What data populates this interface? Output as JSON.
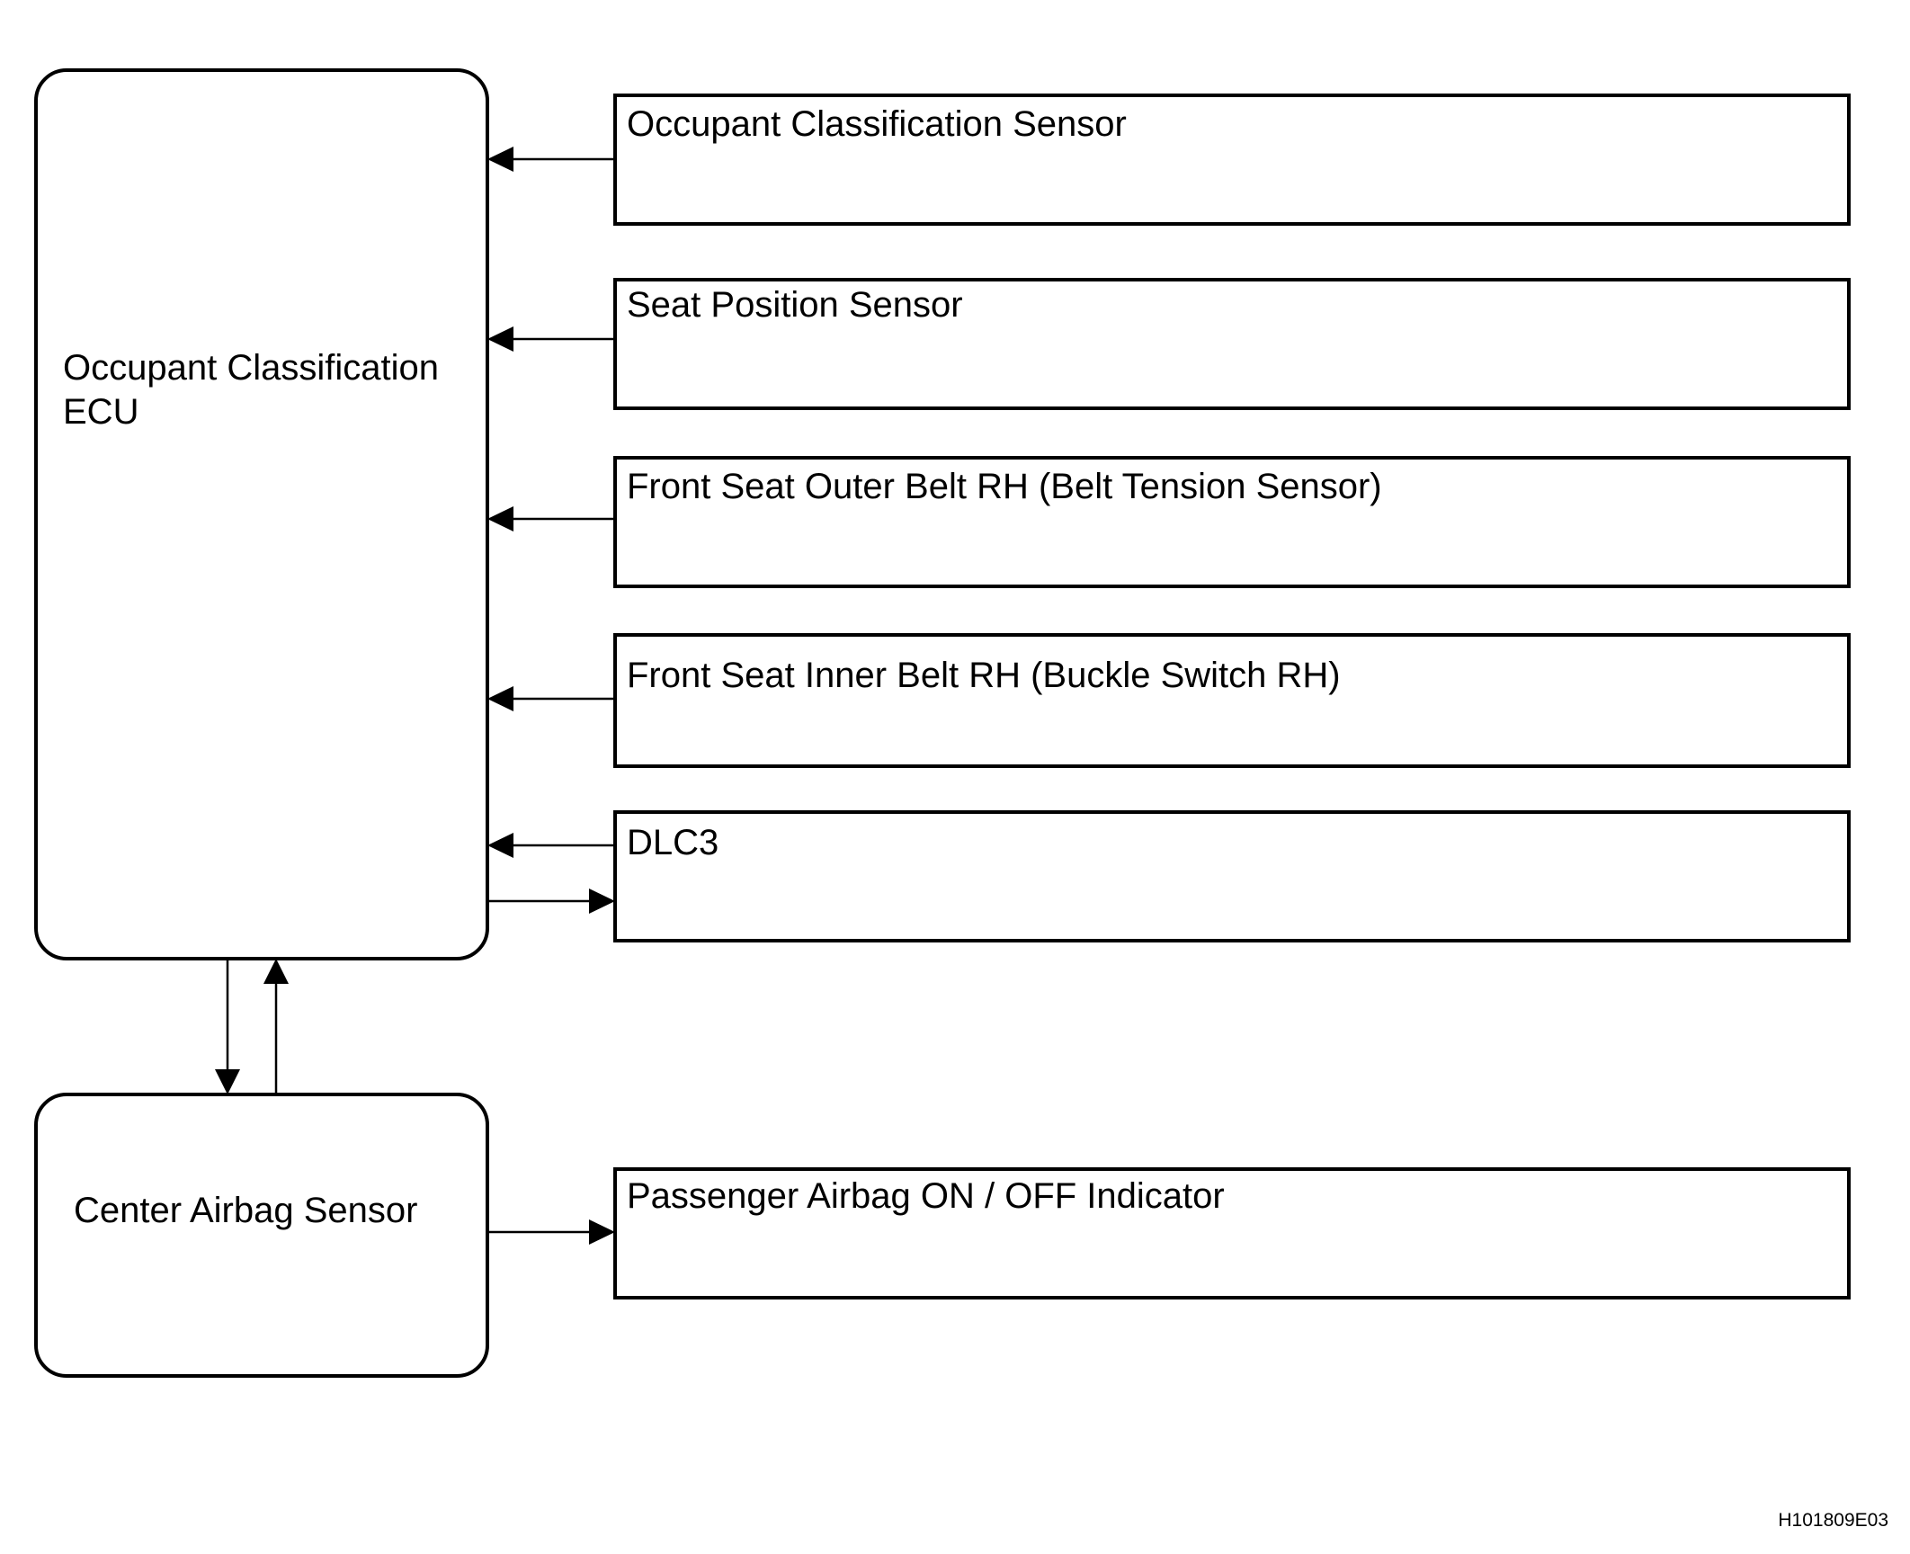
{
  "nodes": {
    "ecu": {
      "line1": "Occupant Classification",
      "line2": "ECU"
    },
    "center_airbag": {
      "label": "Center Airbag Sensor"
    },
    "occupant_sensor": {
      "label": "Occupant Classification Sensor"
    },
    "seat_position": {
      "label": "Seat Position Sensor"
    },
    "outer_belt": {
      "label": "Front Seat Outer Belt RH (Belt Tension Sensor)"
    },
    "inner_belt": {
      "label": "Front Seat Inner Belt RH (Buckle Switch RH)"
    },
    "dlc3": {
      "label": "DLC3"
    },
    "passenger_indicator": {
      "label": "Passenger Airbag ON / OFF Indicator"
    }
  },
  "connections": [
    {
      "from": "Occupant Classification Sensor",
      "to": "Occupant Classification ECU"
    },
    {
      "from": "Seat Position Sensor",
      "to": "Occupant Classification ECU"
    },
    {
      "from": "Front Seat Outer Belt RH (Belt Tension Sensor)",
      "to": "Occupant Classification ECU"
    },
    {
      "from": "Front Seat Inner Belt RH (Buckle Switch RH)",
      "to": "Occupant Classification ECU"
    },
    {
      "from": "DLC3",
      "to": "Occupant Classification ECU"
    },
    {
      "from": "Occupant Classification ECU",
      "to": "DLC3"
    },
    {
      "from": "Occupant Classification ECU",
      "to": "Center Airbag Sensor"
    },
    {
      "from": "Center Airbag Sensor",
      "to": "Occupant Classification ECU"
    },
    {
      "from": "Center Airbag Sensor",
      "to": "Passenger Airbag ON / OFF Indicator"
    }
  ],
  "figure_code": "H101809E03",
  "colors": {
    "stroke": "#000000",
    "background": "#ffffff"
  }
}
